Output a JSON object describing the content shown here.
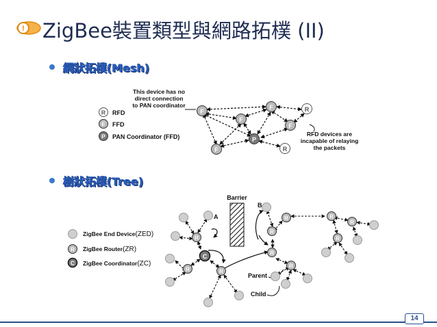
{
  "title": "ZigBee裝置類型與網路拓樸 (II)",
  "colors": {
    "accent": "#f39a1e",
    "title": "#1f2d52",
    "bullet_text": "#2a5fbf",
    "node_gray": "#c8c8c8"
  },
  "bullets": [
    {
      "text": "網狀拓樸(Mesh)"
    },
    {
      "text": "樹狀拓樸(Tree)"
    }
  ],
  "mesh": {
    "legend": [
      {
        "symbol": "R",
        "label": "RFD"
      },
      {
        "symbol": "F",
        "label": "FFD"
      },
      {
        "symbol": "P",
        "label": "PAN Coordinator (FFD)"
      }
    ],
    "note_top": [
      "This device has no",
      "direct connection",
      "to PAN coordinator"
    ],
    "note_right": [
      "RFD devices are",
      "incapable of relaying",
      "the packets"
    ]
  },
  "tree": {
    "legend": [
      {
        "label": "ZigBee End Device",
        "suffix": "(ZED)"
      },
      {
        "symbol": "R",
        "label": "ZigBee Router",
        "suffix": "(ZR)"
      },
      {
        "symbol": "C",
        "label": "ZigBee Coordinator",
        "suffix": "(ZC)"
      }
    ],
    "barrier": "Barrier",
    "label_a": "A",
    "label_b": "B",
    "label_parent": "Parent",
    "label_child": "Child"
  },
  "page_number": "14"
}
